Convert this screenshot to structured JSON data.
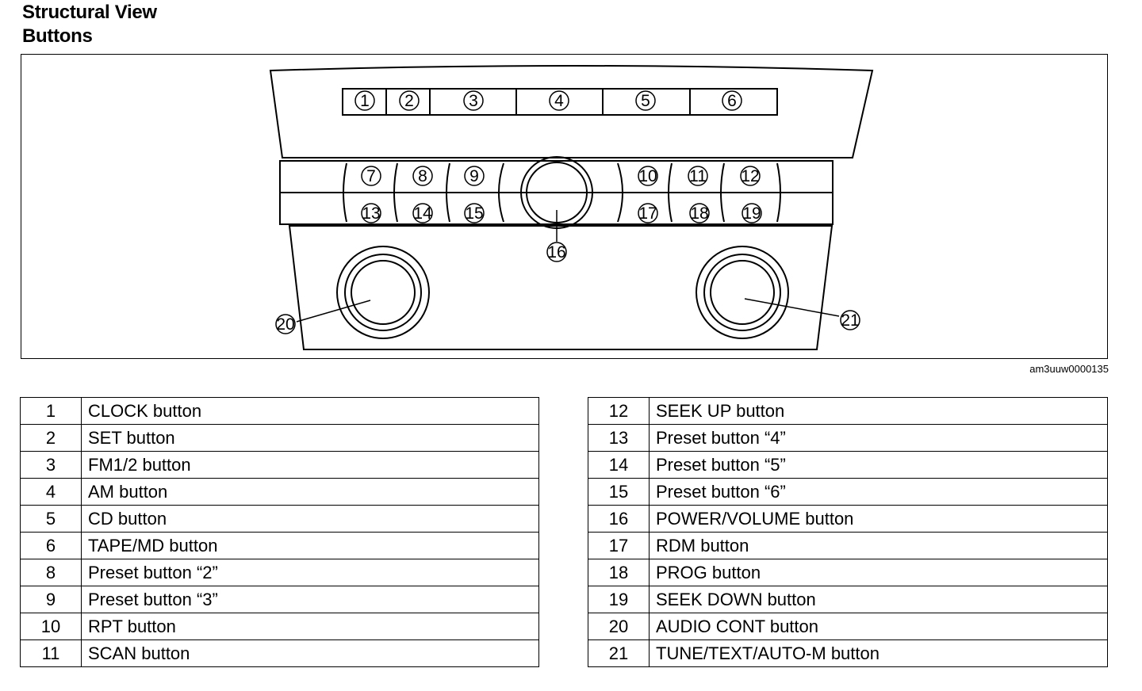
{
  "header": {
    "title": "Structural View",
    "subtitle": "Buttons"
  },
  "figure": {
    "image_code": "am3uuw0000135",
    "callouts": [
      "1",
      "2",
      "3",
      "4",
      "5",
      "6",
      "7",
      "8",
      "9",
      "10",
      "11",
      "12",
      "13",
      "14",
      "15",
      "16",
      "17",
      "18",
      "19",
      "20",
      "21"
    ]
  },
  "parts_left": [
    {
      "num": "1",
      "desc": "CLOCK button"
    },
    {
      "num": "2",
      "desc": "SET button"
    },
    {
      "num": "3",
      "desc": "FM1/2 button"
    },
    {
      "num": "4",
      "desc": "AM button"
    },
    {
      "num": "5",
      "desc": "CD button"
    },
    {
      "num": "6",
      "desc": "TAPE/MD button"
    },
    {
      "num": "8",
      "desc": "Preset button “2”"
    },
    {
      "num": "9",
      "desc": "Preset button “3”"
    },
    {
      "num": "10",
      "desc": "RPT button"
    },
    {
      "num": "11",
      "desc": "SCAN button"
    }
  ],
  "parts_right": [
    {
      "num": "12",
      "desc": "SEEK UP button"
    },
    {
      "num": "13",
      "desc": "Preset button “4”"
    },
    {
      "num": "14",
      "desc": "Preset button “5”"
    },
    {
      "num": "15",
      "desc": "Preset button “6”"
    },
    {
      "num": "16",
      "desc": "POWER/VOLUME button"
    },
    {
      "num": "17",
      "desc": "RDM button"
    },
    {
      "num": "18",
      "desc": "PROG button"
    },
    {
      "num": "19",
      "desc": "SEEK DOWN button"
    },
    {
      "num": "20",
      "desc": "AUDIO CONT button"
    },
    {
      "num": "21",
      "desc": "TUNE/TEXT/AUTO-M button"
    }
  ]
}
